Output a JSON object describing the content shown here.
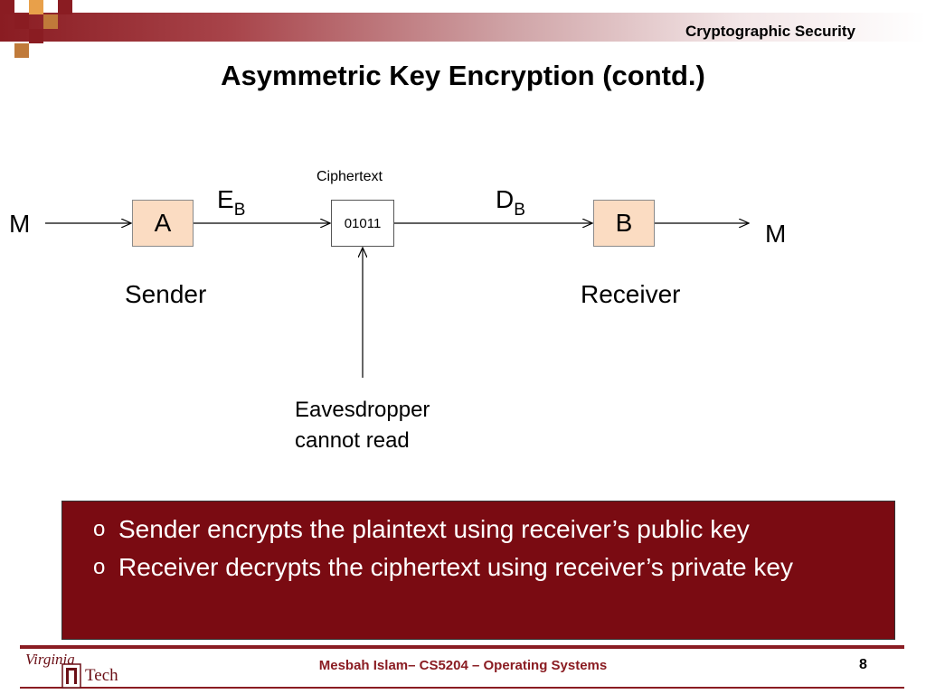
{
  "header": {
    "course_label": "Cryptographic Security",
    "accent_color": "#8a1c22"
  },
  "slide": {
    "title": "Asymmetric Key Encryption (contd.)"
  },
  "diagram": {
    "input_label": "M",
    "output_label": "M",
    "sender_box": "A",
    "receiver_box": "B",
    "ciphertext_box": "01011",
    "ciphertext_label": "Ciphertext",
    "encrypt_key": "E",
    "encrypt_key_sub": "B",
    "decrypt_key": "D",
    "decrypt_key_sub": "B",
    "sender_label": "Sender",
    "receiver_label": "Receiver",
    "eavesdropper_line1": "Eavesdropper",
    "eavesdropper_line2": "cannot read"
  },
  "notes": {
    "bullet_marker": "o",
    "bullets": [
      "Sender encrypts the plaintext using receiver’s public key",
      "Receiver decrypts the ciphertext using receiver’s private key"
    ],
    "background_color": "#7a0b12"
  },
  "footer": {
    "text": "Mesbah Islam– CS5204 – Operating Systems",
    "page_number": "8",
    "logo_word1": "Virginia",
    "logo_word2": "Tech"
  }
}
